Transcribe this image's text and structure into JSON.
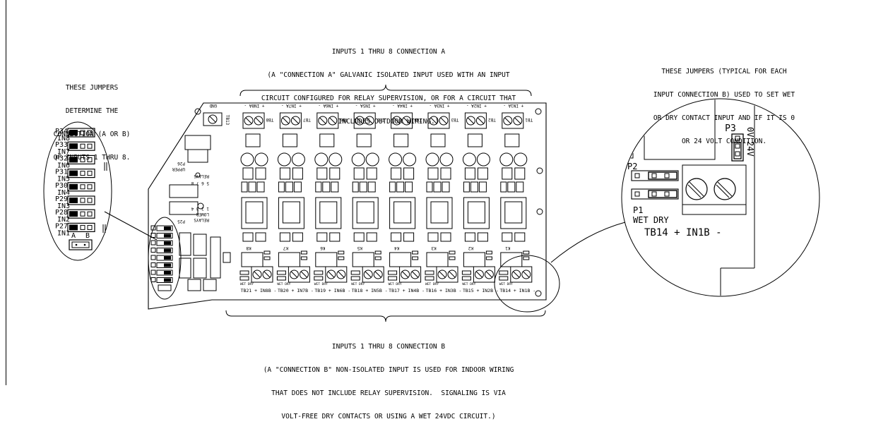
{
  "notes": {
    "connection_a": [
      "INPUTS 1 THRU 8 CONNECTION A",
      "(A \"CONNECTION A\" GALVANIC ISOLATED INPUT USED WITH AN INPUT",
      "CIRCUIT CONFIGURED FOR RELAY SUPERVISION, OR FOR A CIRCUIT THAT",
      "INCLUDES OUTDOOR WIRING.)"
    ],
    "connection_b": [
      "INPUTS 1 THRU 8 CONNECTION B",
      "(A \"CONNECTION B\" NON-ISOLATED INPUT IS USED FOR INDOOR WIRING",
      "THAT DOES NOT INCLUDE RELAY SUPERVISION.  SIGNALING IS VIA",
      "VOLT-FREE DRY CONTACTS OR USING A WET 24VDC CIRCUIT.)"
    ],
    "jumpers_left": [
      "THESE JUMPERS",
      "DETERMINE THE",
      "CONNECTION (A OR B)",
      "OF INPUTS 1 THRU 8."
    ],
    "jumpers_right": [
      "THESE JUMPERS (TYPICAL FOR EACH",
      "INPUT CONNECTION B) USED TO SET WET",
      "OR DRY CONTACT INPUT AND IF IT IS 0",
      "OR 24 VOLT CONDITION."
    ]
  },
  "left_detail": {
    "rows": [
      {
        "p": "P34",
        "in": "IN8"
      },
      {
        "p": "P33",
        "in": "IN7"
      },
      {
        "p": "P32",
        "in": "IN6"
      },
      {
        "p": "P31",
        "in": "IN5"
      },
      {
        "p": "P30",
        "in": "IN4"
      },
      {
        "p": "P29",
        "in": "IN3"
      },
      {
        "p": "P28",
        "in": "IN2"
      },
      {
        "p": "P27",
        "in": "IN1"
      }
    ],
    "label_a": "A",
    "label_b": "B"
  },
  "board": {
    "top_terminals": [
      "TB8",
      "TB7",
      "TB6",
      "TB5",
      "TB4",
      "TB3",
      "TB2",
      "TB1"
    ],
    "top_inputs": [
      "+ IN8A -",
      "+ IN7A -",
      "+ IN6A -",
      "+ IN5A -",
      "+ IN4A -",
      "+ IN3A -",
      "+ IN2A -",
      "+ IN1A -"
    ],
    "tb13": "TB13",
    "gnd": "GND",
    "relays": [
      "K8",
      "K7",
      "K6",
      "K5",
      "K4",
      "K3",
      "K2",
      "K1"
    ],
    "bottom_terminals": [
      "TB21 + IN8B -",
      "TB20 + IN7B -",
      "TB19 + IN6B -",
      "TB18 + IN5B -",
      "TB17 + IN4B -",
      "TB16 + IN3B -",
      "TB15 + IN2B -",
      "TB14 + IN1B -"
    ],
    "upper_relays": [
      "P26",
      "UPPER",
      "RELAYS",
      "5 6 7 8"
    ],
    "lower_relays": [
      "P25",
      "LOWER",
      "RELAYS",
      "1 2 3 4"
    ],
    "wet_dry": "WET DRY"
  },
  "right_detail": {
    "p3": "P3",
    "v0": "0V",
    "v24": "24V",
    "p2": "P2",
    "p1": "P1",
    "wet_dry": "WET DRY",
    "terminal": "TB14 + IN1B -"
  }
}
